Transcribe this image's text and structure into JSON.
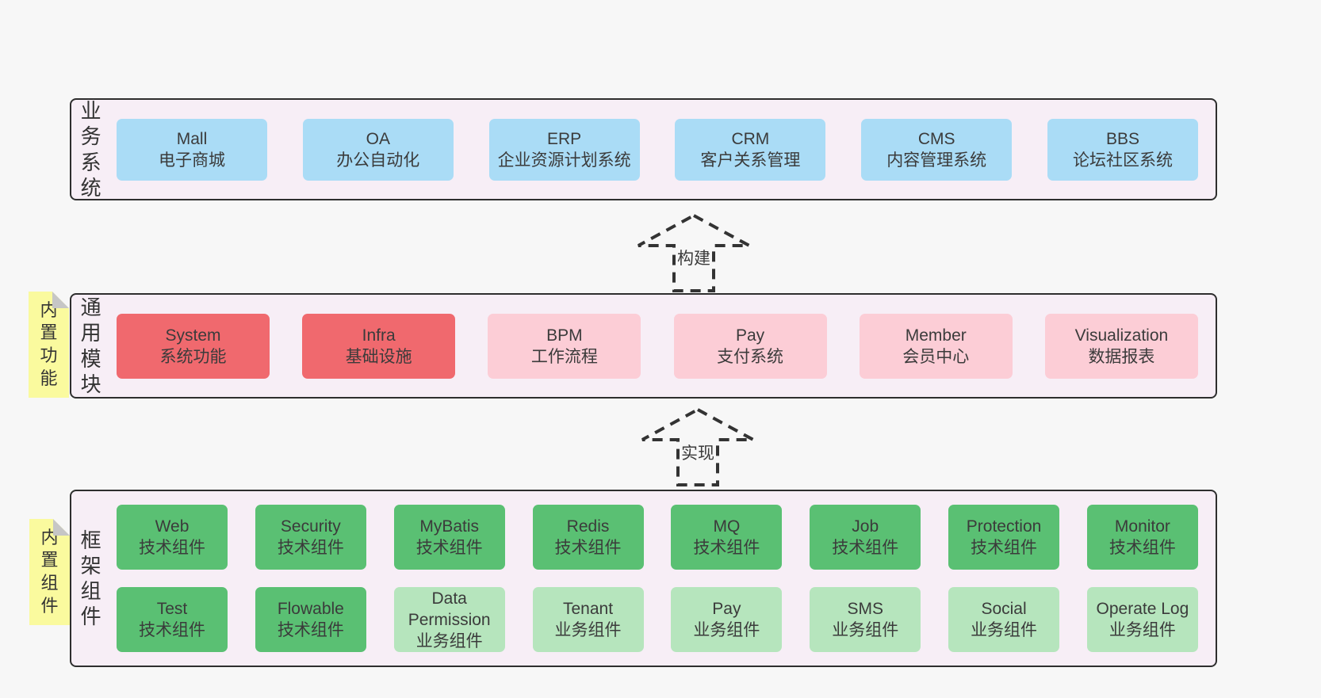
{
  "colors": {
    "page": "#f7f7f7",
    "panel": "#f7eef6",
    "border": "#2e2e2e",
    "blue": "#aadcf6",
    "red": "#f0696e",
    "pink": "#fccdd6",
    "green": "#5ac073",
    "green_light": "#b6e5bd",
    "yellow": "#fafa9e",
    "fold": "#c6c6c6"
  },
  "arrows": [
    {
      "label": "构建"
    },
    {
      "label": "实现"
    }
  ],
  "panels": {
    "business": {
      "label": "业务系统",
      "boxes": [
        {
          "title": "Mall",
          "subtitle": "电子商城"
        },
        {
          "title": "OA",
          "subtitle": "办公自动化"
        },
        {
          "title": "ERP",
          "subtitle": "企业资源计划系统"
        },
        {
          "title": "CRM",
          "subtitle": "客户关系管理"
        },
        {
          "title": "CMS",
          "subtitle": "内容管理系统"
        },
        {
          "title": "BBS",
          "subtitle": "论坛社区系统"
        }
      ]
    },
    "modules": {
      "label": "通用模块",
      "sticky": "内置功能",
      "boxes": [
        {
          "title": "System",
          "subtitle": "系统功能"
        },
        {
          "title": "Infra",
          "subtitle": "基础设施"
        },
        {
          "title": "BPM",
          "subtitle": "工作流程"
        },
        {
          "title": "Pay",
          "subtitle": "支付系统"
        },
        {
          "title": "Member",
          "subtitle": "会员中心"
        },
        {
          "title": "Visualization",
          "subtitle": "数据报表"
        }
      ]
    },
    "framework": {
      "label": "框架组件",
      "sticky": "内置组件",
      "rows": [
        [
          {
            "title": "Web",
            "subtitle": "技术组件"
          },
          {
            "title": "Security",
            "subtitle": "技术组件"
          },
          {
            "title": "MyBatis",
            "subtitle": "技术组件"
          },
          {
            "title": "Redis",
            "subtitle": "技术组件"
          },
          {
            "title": "MQ",
            "subtitle": "技术组件"
          },
          {
            "title": "Job",
            "subtitle": "技术组件"
          },
          {
            "title": "Protection",
            "subtitle": "技术组件"
          },
          {
            "title": "Monitor",
            "subtitle": "技术组件"
          }
        ],
        [
          {
            "title": "Test",
            "subtitle": "技术组件"
          },
          {
            "title": "Flowable",
            "subtitle": "技术组件"
          },
          {
            "title": "Data Permission",
            "subtitle": "业务组件"
          },
          {
            "title": "Tenant",
            "subtitle": "业务组件"
          },
          {
            "title": "Pay",
            "subtitle": "业务组件"
          },
          {
            "title": "SMS",
            "subtitle": "业务组件"
          },
          {
            "title": "Social",
            "subtitle": "业务组件"
          },
          {
            "title": "Operate Log",
            "subtitle": "业务组件"
          }
        ]
      ]
    }
  }
}
